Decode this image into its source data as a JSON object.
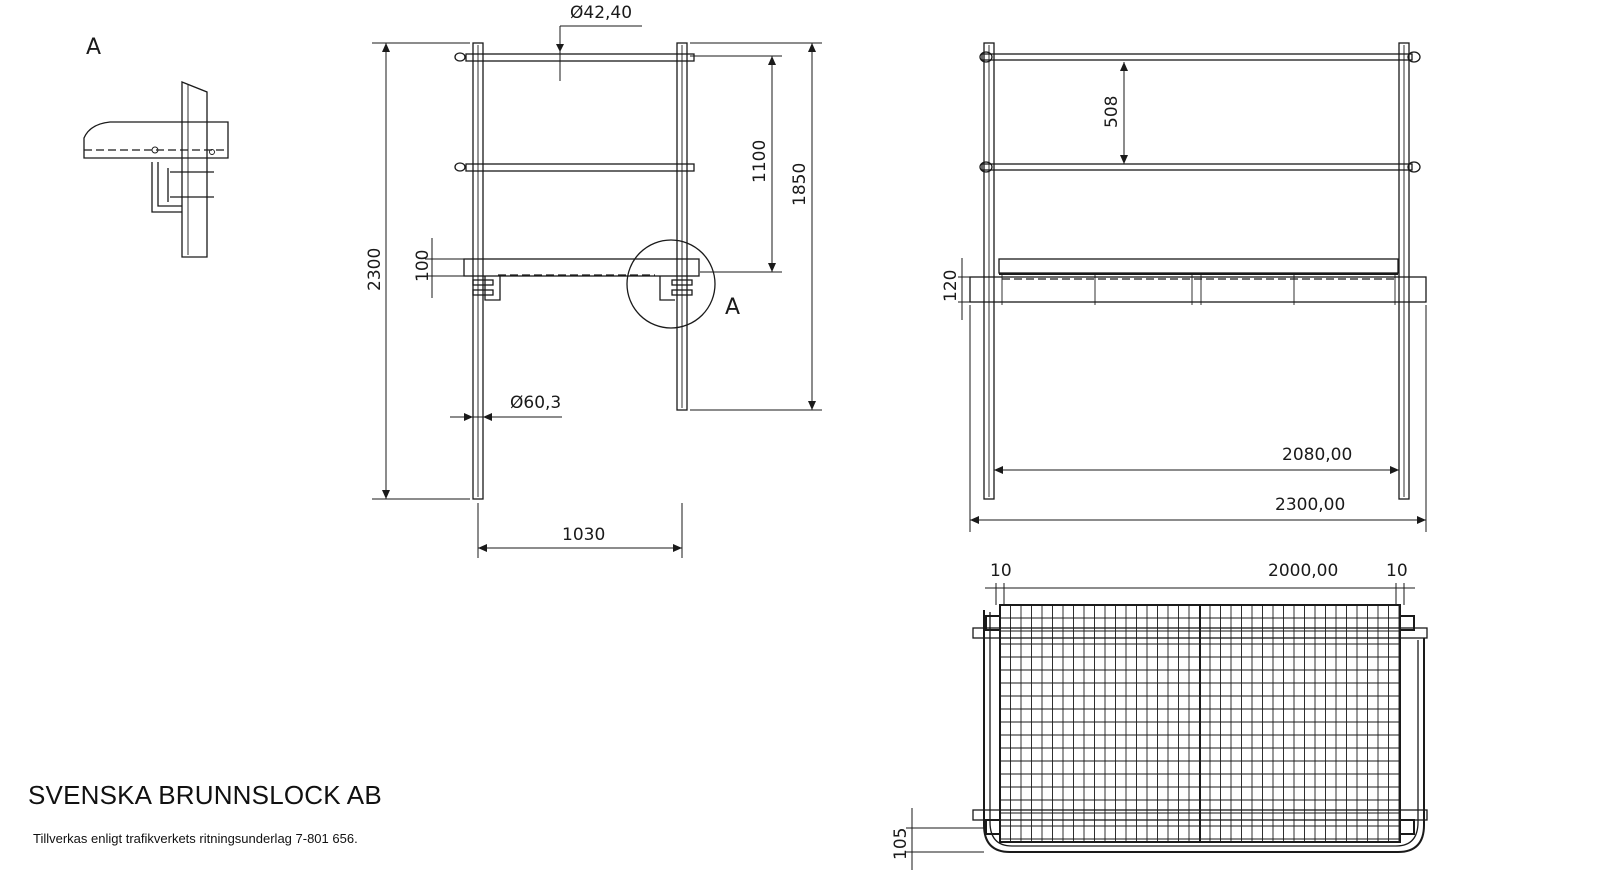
{
  "detail": {
    "label_top": "A",
    "label_circle": "A"
  },
  "side_view": {
    "dim_rail_dia": "Ø42,40",
    "dim_height_total": "2300",
    "dim_1100": "1100",
    "dim_1850": "1850",
    "dim_100": "100",
    "dim_post_dia": "Ø60,3",
    "dim_width": "1030"
  },
  "front_view": {
    "dim_508": "508",
    "dim_120": "120",
    "dim_2080": "2080,00",
    "dim_2300": "2300,00"
  },
  "top_view": {
    "dim_left": "10",
    "dim_grating": "2000,00",
    "dim_right": "10",
    "dim_105": "105"
  },
  "title_block": {
    "company": "SVENSKA BRUNNSLOCK AB",
    "note": "Tillverkas enligt trafikverkets ritningsunderlag 7-801 656."
  }
}
